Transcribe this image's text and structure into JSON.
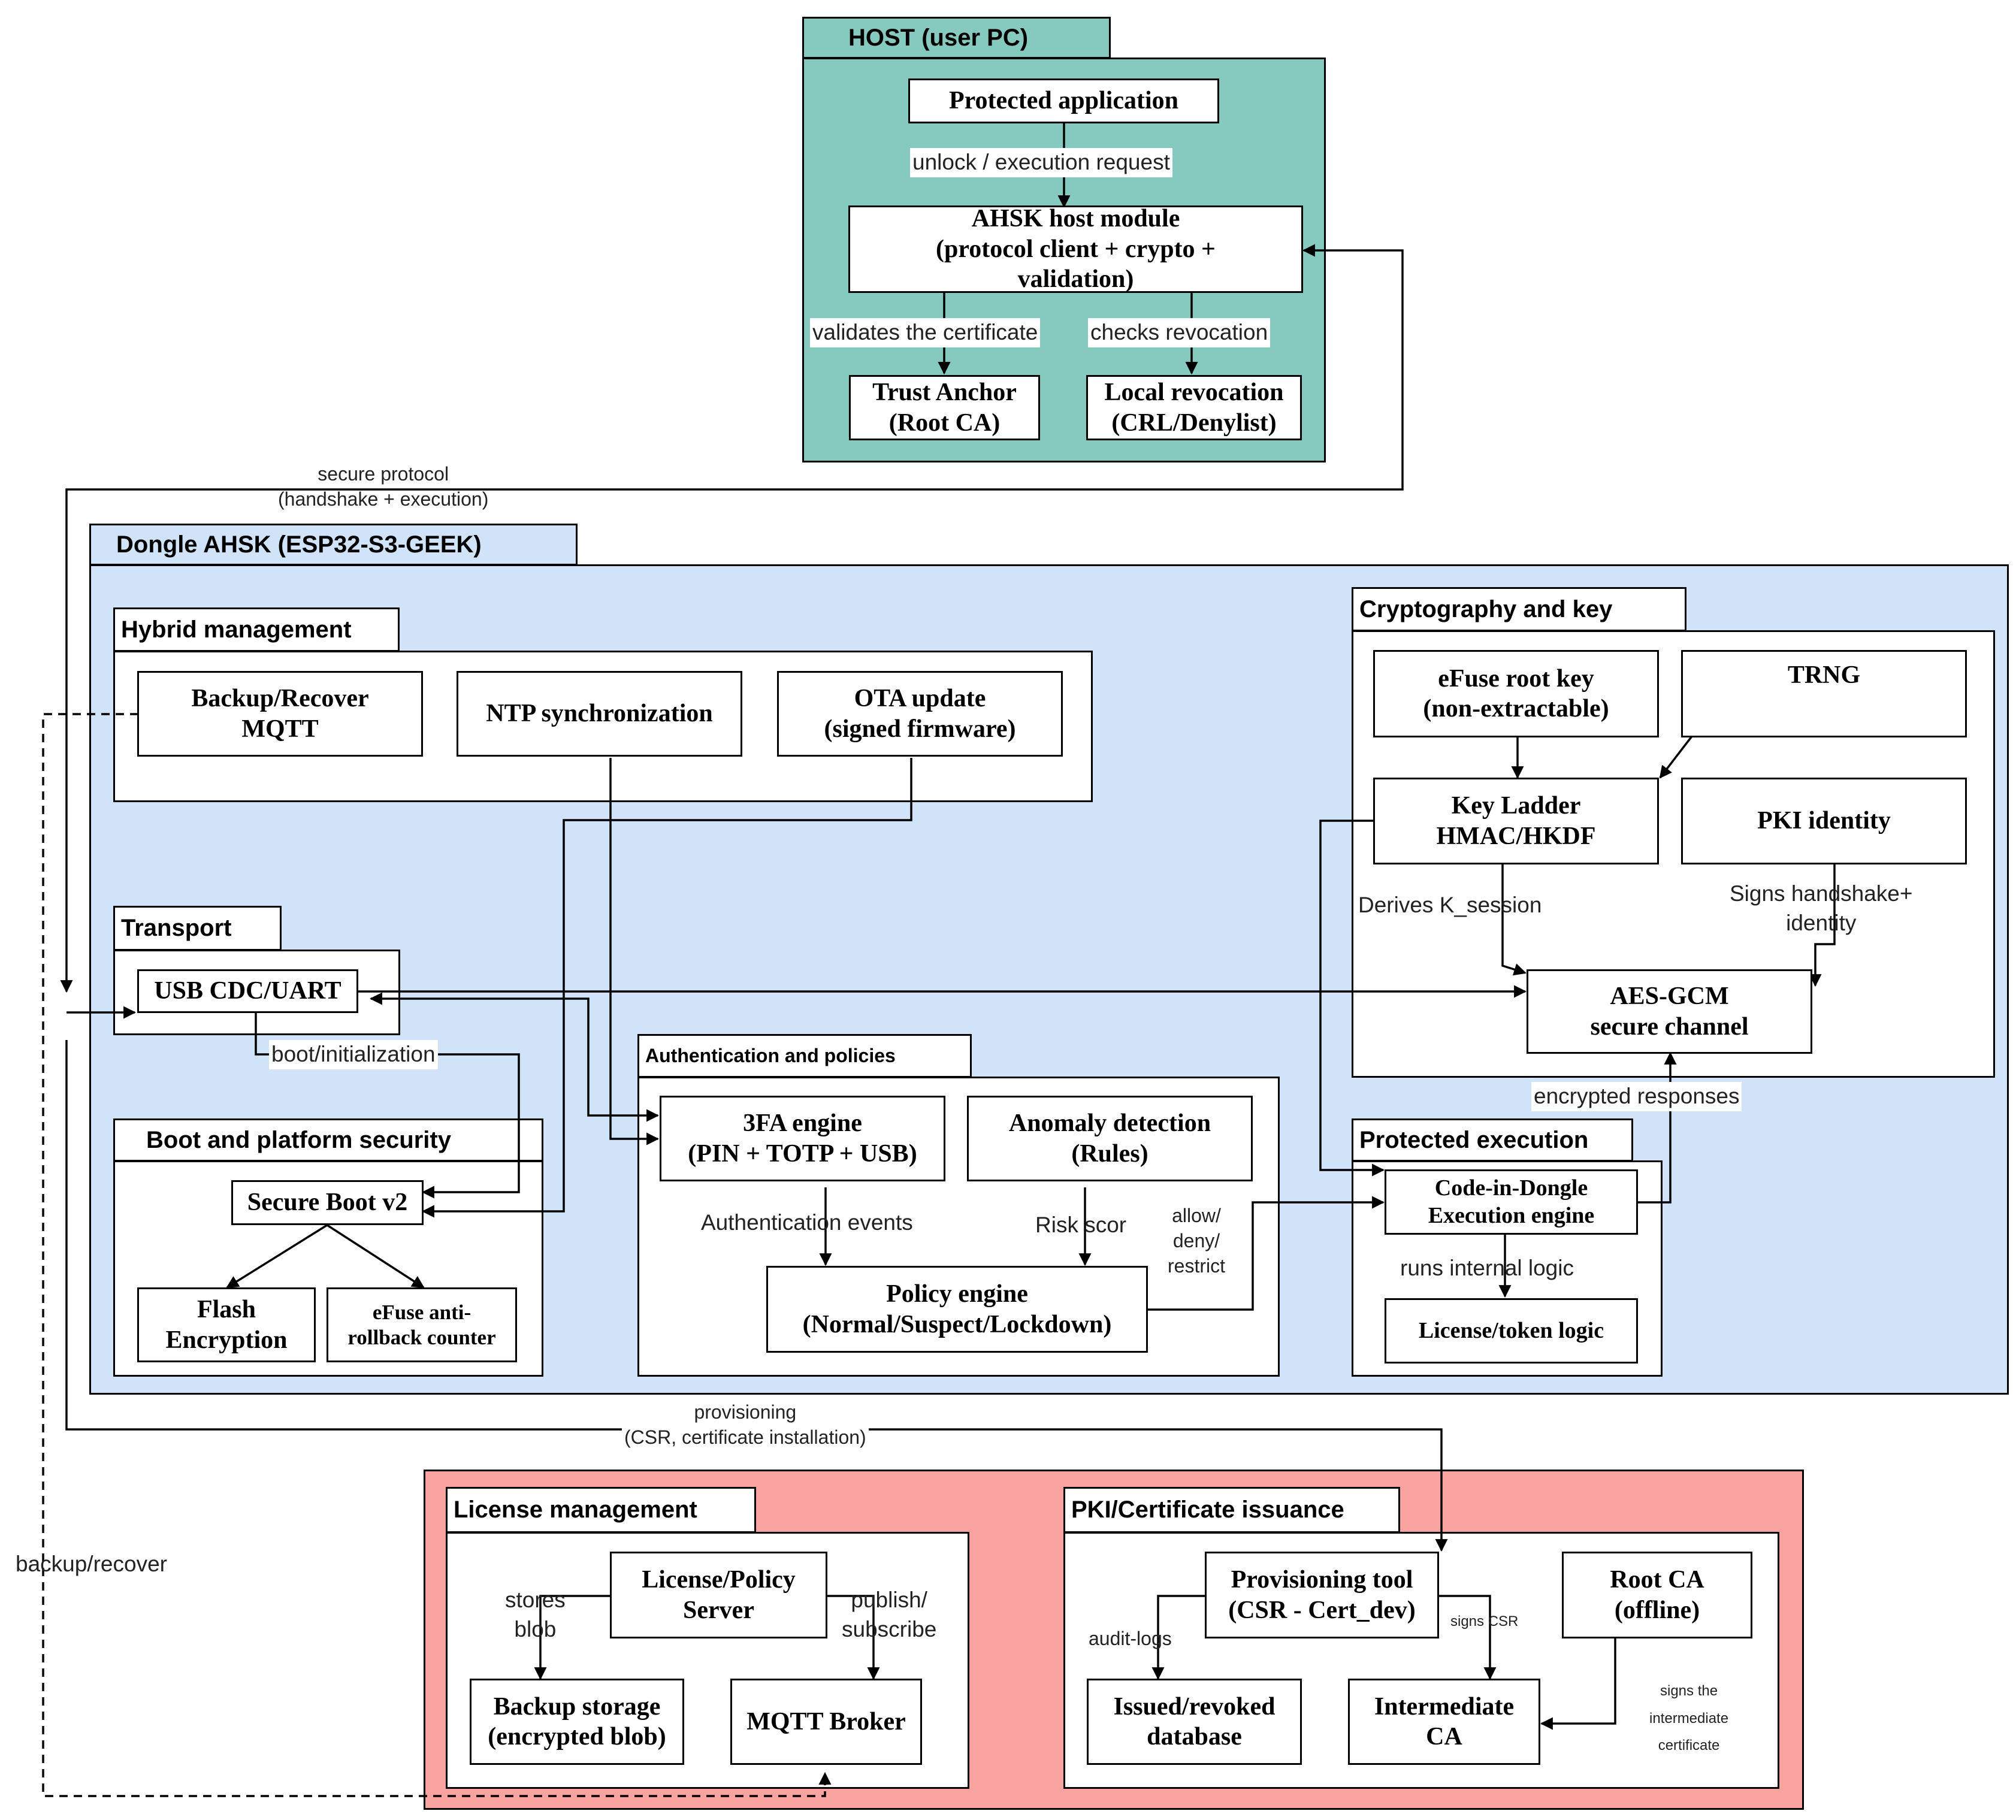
{
  "colors": {
    "host_zone": "#86c9bf",
    "dongle_zone": "#d0e3f8",
    "backend_zone": "#f8a3a0",
    "stroke": "#000000"
  },
  "zones": {
    "host": "HOST (user PC)",
    "dongle": "Dongle AHSK (ESP32-S3-GEEK)"
  },
  "groups": {
    "hybrid": "Hybrid management",
    "transport": "Transport",
    "boot": "Boot and platform security",
    "auth": "Authentication and policies",
    "crypto": "Cryptography and key",
    "protected": "Protected execution",
    "license": "License management",
    "pki": "PKI/Certificate issuance"
  },
  "nodes": {
    "protected_app": "Protected application",
    "ahsk_host": "AHSK host module\n(protocol client + crypto +\nvalidation)",
    "trust_anchor": "Trust Anchor\n(Root CA)",
    "local_revocation": "Local revocation\n(CRL/Denylist)",
    "backup_mqtt": "Backup/Recover\nMQTT",
    "ntp": "NTP synchronization",
    "ota": "OTA update\n(signed firmware)",
    "usb": "USB CDC/UART",
    "secure_boot": "Secure Boot v2",
    "flash_enc": "Flash\nEncryption",
    "efuse_counter": "eFuse anti-\nrollback counter",
    "tfa": "3FA engine\n(PIN + TOTP + USB)",
    "anomaly": "Anomaly detection\n(Rules)",
    "policy": "Policy engine\n(Normal/Suspect/Lockdown)",
    "efuse_root": "eFuse root key\n(non-extractable)",
    "trng": "TRNG",
    "key_ladder": "Key Ladder\nHMAC/HKDF",
    "pki_identity": "PKI identity",
    "aes_gcm": "AES-GCM\nsecure channel",
    "cid": "Code-in-Dongle\nExecution engine",
    "license_logic": "License/token logic",
    "license_server": "License/Policy\nServer",
    "backup_storage": "Backup storage\n(encrypted blob)",
    "mqtt_broker": "MQTT Broker",
    "prov_tool": "Provisioning tool\n(CSR - Cert_dev)",
    "root_ca": "Root CA\n(offline)",
    "issued_db": "Issued/revoked\ndatabase",
    "intermediate_ca": "Intermediate\nCA"
  },
  "edges": {
    "unlock": "unlock / execution request",
    "validates": "validates the certificate",
    "checks": "checks revocation",
    "secure_protocol": "secure protocol\n(handshake + execution)",
    "boot_init": "boot/initialization",
    "derives": "Derives K_session",
    "signs_handshake": "Signs handshake+\nidentity",
    "encrypted_responses": "encrypted responses",
    "auth_events": "Authentication events",
    "risk": "Risk scor",
    "allow": "allow/\ndeny/\nrestrict",
    "runs": "runs internal logic",
    "provisioning": "provisioning\n(CSR, certificate installation)",
    "backup_recover": "backup/recover",
    "stores_blob": "stores\nblob",
    "publish": "publish/\nsubscribe",
    "audit": "audit-logs",
    "signs_csr": "signs CSR",
    "signs_intermediate": "signs the\nintermediate\ncertificate"
  }
}
